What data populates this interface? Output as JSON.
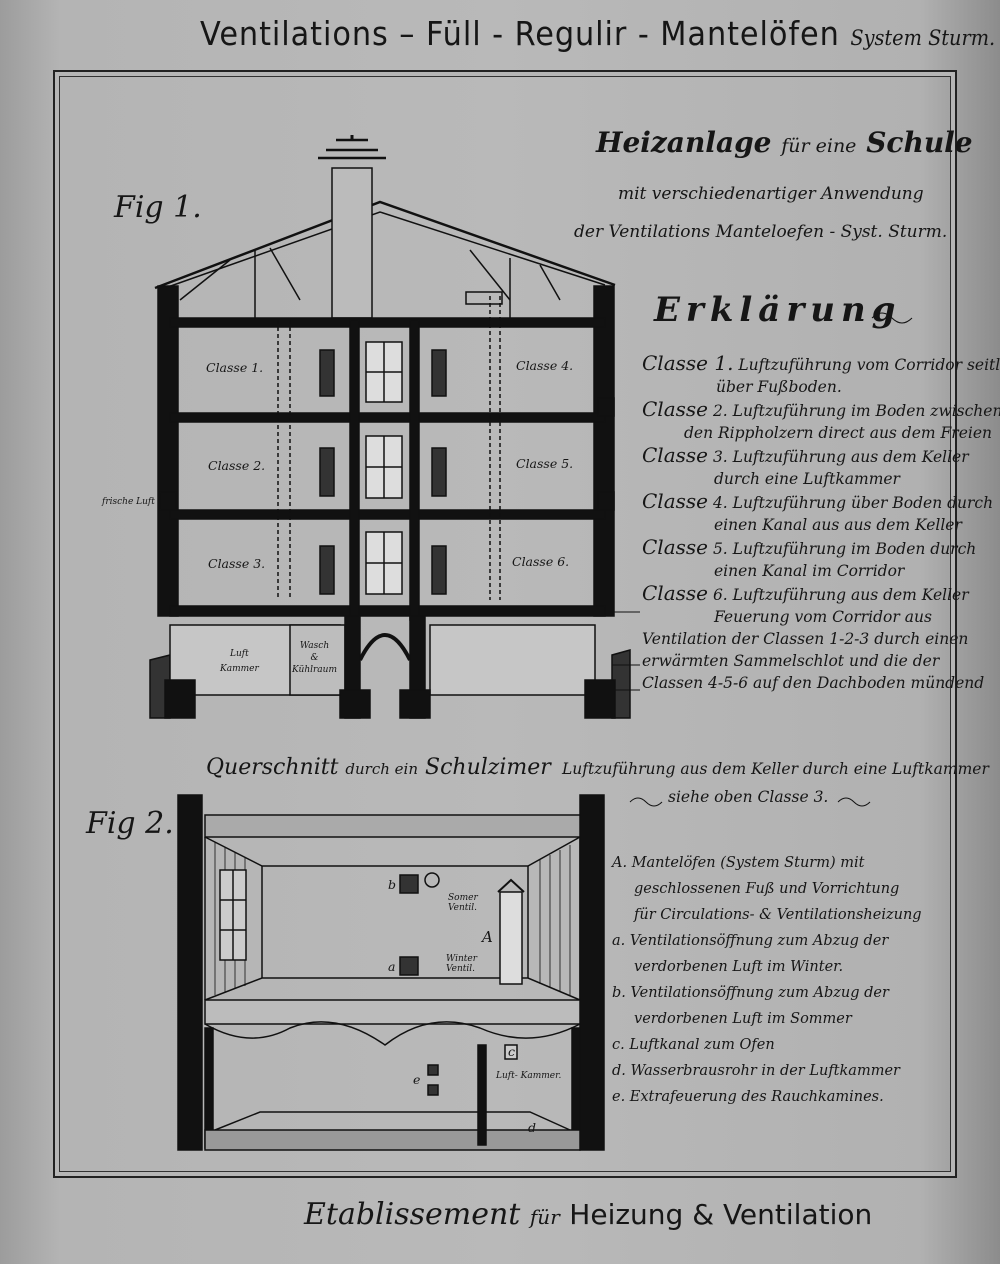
{
  "header": {
    "title": "Ventilations – Füll - Regulir - Mantelöfen",
    "subtitle": "System Sturm."
  },
  "heading": {
    "main": "Heizanlage",
    "connector": "für eine",
    "main2": "Schule",
    "line2": "mit verschiedenartiger Anwendung",
    "line3": "der Ventilations Manteloefen - Syst. Sturm."
  },
  "fig1": {
    "label": "Fig 1.",
    "rooms": [
      "Classe 1.",
      "Classe 2.",
      "Classe 3.",
      "Classe 4.",
      "Classe 5.",
      "Classe 6."
    ],
    "fresh_air": "frische Luft",
    "basement_left": [
      "Luft",
      "Kammer"
    ],
    "basement_mid": [
      "Wasch",
      "&",
      "Kühlraum"
    ]
  },
  "explanation": {
    "heading": "Erklärung",
    "lines": [
      {
        "big": "Classe 1.",
        "text": "Luftzuführung vom Corridor seitlich"
      },
      {
        "big": "",
        "text": "über Fußboden."
      },
      {
        "big": "Classe",
        "text": "2. Luftzuführung im Boden zwischen"
      },
      {
        "big": "",
        "text": "den Rippholzern direct aus dem Freien"
      },
      {
        "big": "Classe",
        "text": "3. Luftzuführung aus dem Keller"
      },
      {
        "big": "",
        "text": "durch eine Luftkammer"
      },
      {
        "big": "Classe",
        "text": "4. Luftzuführung über Boden durch"
      },
      {
        "big": "",
        "text": "einen Kanal aus aus dem Keller"
      },
      {
        "big": "Classe",
        "text": "5. Luftzuführung im Boden durch"
      },
      {
        "big": "",
        "text": "einen Kanal im Corridor"
      },
      {
        "big": "Classe",
        "text": "6. Luftzuführung aus dem Keller"
      },
      {
        "big": "",
        "text": "Feuerung vom Corridor aus"
      },
      {
        "big": "",
        "text": "Ventilation der Classen 1-2-3 durch einen"
      },
      {
        "big": "",
        "text": "erwärmten Sammelschlot und die der"
      },
      {
        "big": "",
        "text": "Classen 4-5-6 auf den Dachboden mündend"
      }
    ]
  },
  "section": {
    "title": "Querschnitt",
    "connector": "durch ein",
    "title2": "Schulzimer",
    "luft_note": "Luftzuführung aus dem Keller durch eine Luftkammer",
    "siehe": "siehe oben Classe 3."
  },
  "fig2": {
    "label": "Fig 2.",
    "marks": {
      "a": "a",
      "b": "b",
      "A": "A",
      "c": "c",
      "d": "d",
      "e": "e"
    },
    "somer": [
      "Somer",
      "Ventil."
    ],
    "winter": [
      "Winter",
      "Ventil."
    ],
    "luftkammer": [
      "Luft-",
      "Kammer."
    ]
  },
  "legend": [
    "A. Mantelöfen (System Sturm) mit",
    "geschlossenen Fuß und Vorrichtung",
    "für Circulations- & Ventilationsheizung",
    "a. Ventilationsöffnung zum Abzug der",
    "verdorbenen Luft im Winter.",
    "b. Ventilationsöffnung zum Abzug der",
    "verdorbenen Luft im Sommer",
    "c. Luftkanal zum Ofen",
    "d. Wasserbrausrohr in der Luftkammer",
    "e. Extrafeuerung des Rauchkamines."
  ],
  "footer": {
    "left": "Etablissement",
    "connector": "für",
    "right": "Heizung & Ventilation"
  }
}
